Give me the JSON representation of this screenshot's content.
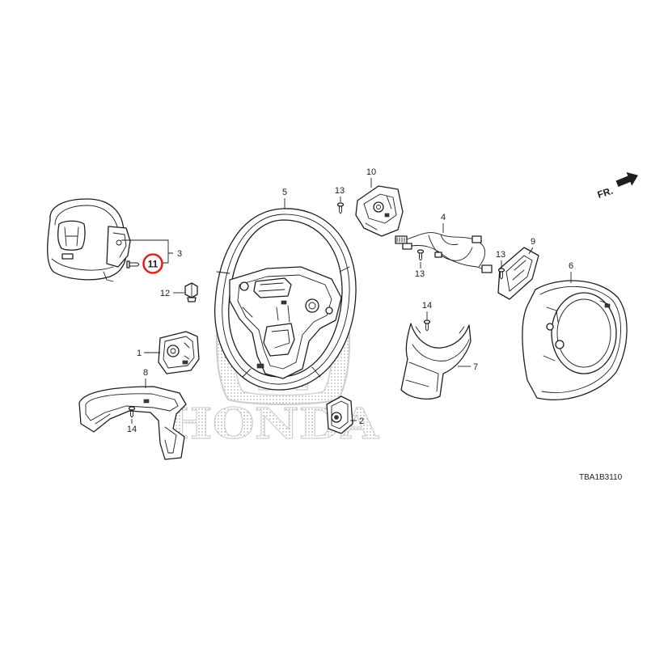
{
  "diagram": {
    "callouts": [
      {
        "label": "1"
      },
      {
        "label": "2"
      },
      {
        "label": "3"
      },
      {
        "label": "4"
      },
      {
        "label": "5"
      },
      {
        "label": "6"
      },
      {
        "label": "7"
      },
      {
        "label": "8"
      },
      {
        "label": "9"
      },
      {
        "label": "10"
      },
      {
        "label": "11",
        "highlighted": true
      },
      {
        "label": "12"
      },
      {
        "label": "13"
      },
      {
        "label": "13"
      },
      {
        "label": "13"
      },
      {
        "label": "14"
      },
      {
        "label": "14"
      }
    ],
    "front_direction_label": "FR.",
    "diagram_code": "TBA1B3110",
    "watermark_text": "HONDA",
    "highlight_color": "#e0261c",
    "line_color": "#1e1e1e",
    "icons": {
      "front_arrow": "arrow-right-icon",
      "watermark_logo": "honda-h-logo-icon"
    }
  }
}
